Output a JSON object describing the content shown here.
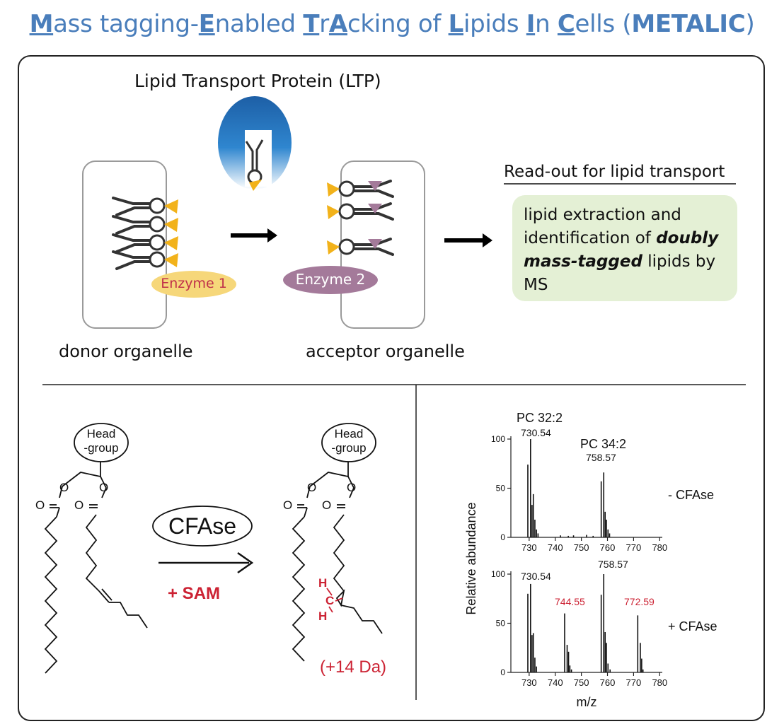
{
  "title": {
    "parts": [
      {
        "t": "M",
        "k": true
      },
      {
        "t": "ass tagging-"
      },
      {
        "t": "E",
        "k": true
      },
      {
        "t": "nabled "
      },
      {
        "t": "T",
        "k": true
      },
      {
        "t": "r"
      },
      {
        "t": "A",
        "k": true
      },
      {
        "t": "cking of "
      },
      {
        "t": "L",
        "k": true
      },
      {
        "t": "ipids "
      },
      {
        "t": "I",
        "k": true
      },
      {
        "t": "n "
      },
      {
        "t": "C",
        "k": true
      },
      {
        "t": "ells ("
      },
      {
        "t": "METALIC",
        "b": true
      },
      {
        "t": ")"
      }
    ]
  },
  "top": {
    "ltp_label": "Lipid Transport Protein (LTP)",
    "enzyme1": "Enzyme 1",
    "enzyme2": "Enzyme 2",
    "donor_label": "donor organelle",
    "acceptor_label": "acceptor organelle",
    "readout_title": "Read-out for lipid transport",
    "readout_line1": "lipid extraction and",
    "readout_line2a": "identification of ",
    "readout_line2b": "doubly",
    "readout_line3a": "mass-tagged",
    "readout_line3b": " lipids by",
    "readout_line4": "MS"
  },
  "chem": {
    "headgroup1": "Head",
    "headgroup2": "-group",
    "enzyme": "CFAse",
    "cofactor": "+ SAM",
    "mass_shift": "(+14 Da)",
    "h_label": "H",
    "c_label": "C",
    "o_label": "O"
  },
  "colors": {
    "title": "#4a7ebb",
    "enzyme1_bg": "#f6d77a",
    "enzyme1_text": "#c0304a",
    "enzyme2_bg": "#a47a9a",
    "tag_triangle": "#f2b21a",
    "acceptor_triangle": "#a47a9a",
    "red": "#cc2233",
    "readout_bg": "#e4f0d5"
  },
  "chart_data": [
    {
      "type": "bar",
      "title": "",
      "xlabel": "",
      "ylabel": "Relative abundance",
      "xlim": [
        723,
        781
      ],
      "ylim": [
        0,
        100
      ],
      "xticks": [
        730,
        740,
        750,
        760,
        770,
        780
      ],
      "yticks": [
        0,
        50,
        100
      ],
      "condition": "- CFAse",
      "annotations": [
        {
          "text": "PC 32:2",
          "x": 730.54
        },
        {
          "text": "730.54",
          "x": 730.54
        },
        {
          "text": "PC 34:2",
          "x": 758.57
        },
        {
          "text": "758.57",
          "x": 758.57
        }
      ],
      "peaks": [
        [
          729.5,
          74
        ],
        [
          730.54,
          100
        ],
        [
          731.1,
          33
        ],
        [
          731.6,
          44
        ],
        [
          732.2,
          18
        ],
        [
          732.8,
          8
        ],
        [
          733.4,
          4
        ],
        [
          742,
          2
        ],
        [
          745,
          1.5
        ],
        [
          747,
          2
        ],
        [
          752,
          2.5
        ],
        [
          754.5,
          1.5
        ],
        [
          757.6,
          57
        ],
        [
          758.57,
          66
        ],
        [
          759.1,
          26
        ],
        [
          759.6,
          18
        ],
        [
          760.2,
          8
        ],
        [
          760.8,
          4
        ]
      ]
    },
    {
      "type": "bar",
      "title": "",
      "xlabel": "m/z",
      "ylabel": "Relative abundance",
      "xlim": [
        723,
        781
      ],
      "ylim": [
        0,
        100
      ],
      "xticks": [
        730,
        740,
        750,
        760,
        770,
        780
      ],
      "yticks": [
        0,
        50,
        100
      ],
      "condition": "+ CFAse",
      "annotations": [
        {
          "text": "730.54",
          "x": 730.54,
          "highlight": false
        },
        {
          "text": "744.55",
          "x": 744.55,
          "highlight": true
        },
        {
          "text": "758.57",
          "x": 758.57,
          "highlight": false
        },
        {
          "text": "772.59",
          "x": 772.59,
          "highlight": true
        }
      ],
      "peaks": [
        [
          729.5,
          80
        ],
        [
          730.54,
          90
        ],
        [
          731.1,
          38
        ],
        [
          731.6,
          40
        ],
        [
          732.2,
          15
        ],
        [
          732.8,
          6
        ],
        [
          743.6,
          60
        ],
        [
          744.55,
          28
        ],
        [
          745.1,
          21
        ],
        [
          745.6,
          7
        ],
        [
          746.2,
          3
        ],
        [
          757.6,
          79
        ],
        [
          758.57,
          100
        ],
        [
          759.1,
          41
        ],
        [
          759.6,
          30
        ],
        [
          760.2,
          9
        ],
        [
          761,
          3
        ],
        [
          771.6,
          58
        ],
        [
          772.59,
          30
        ],
        [
          773.1,
          14
        ],
        [
          773.6,
          3
        ]
      ]
    }
  ]
}
